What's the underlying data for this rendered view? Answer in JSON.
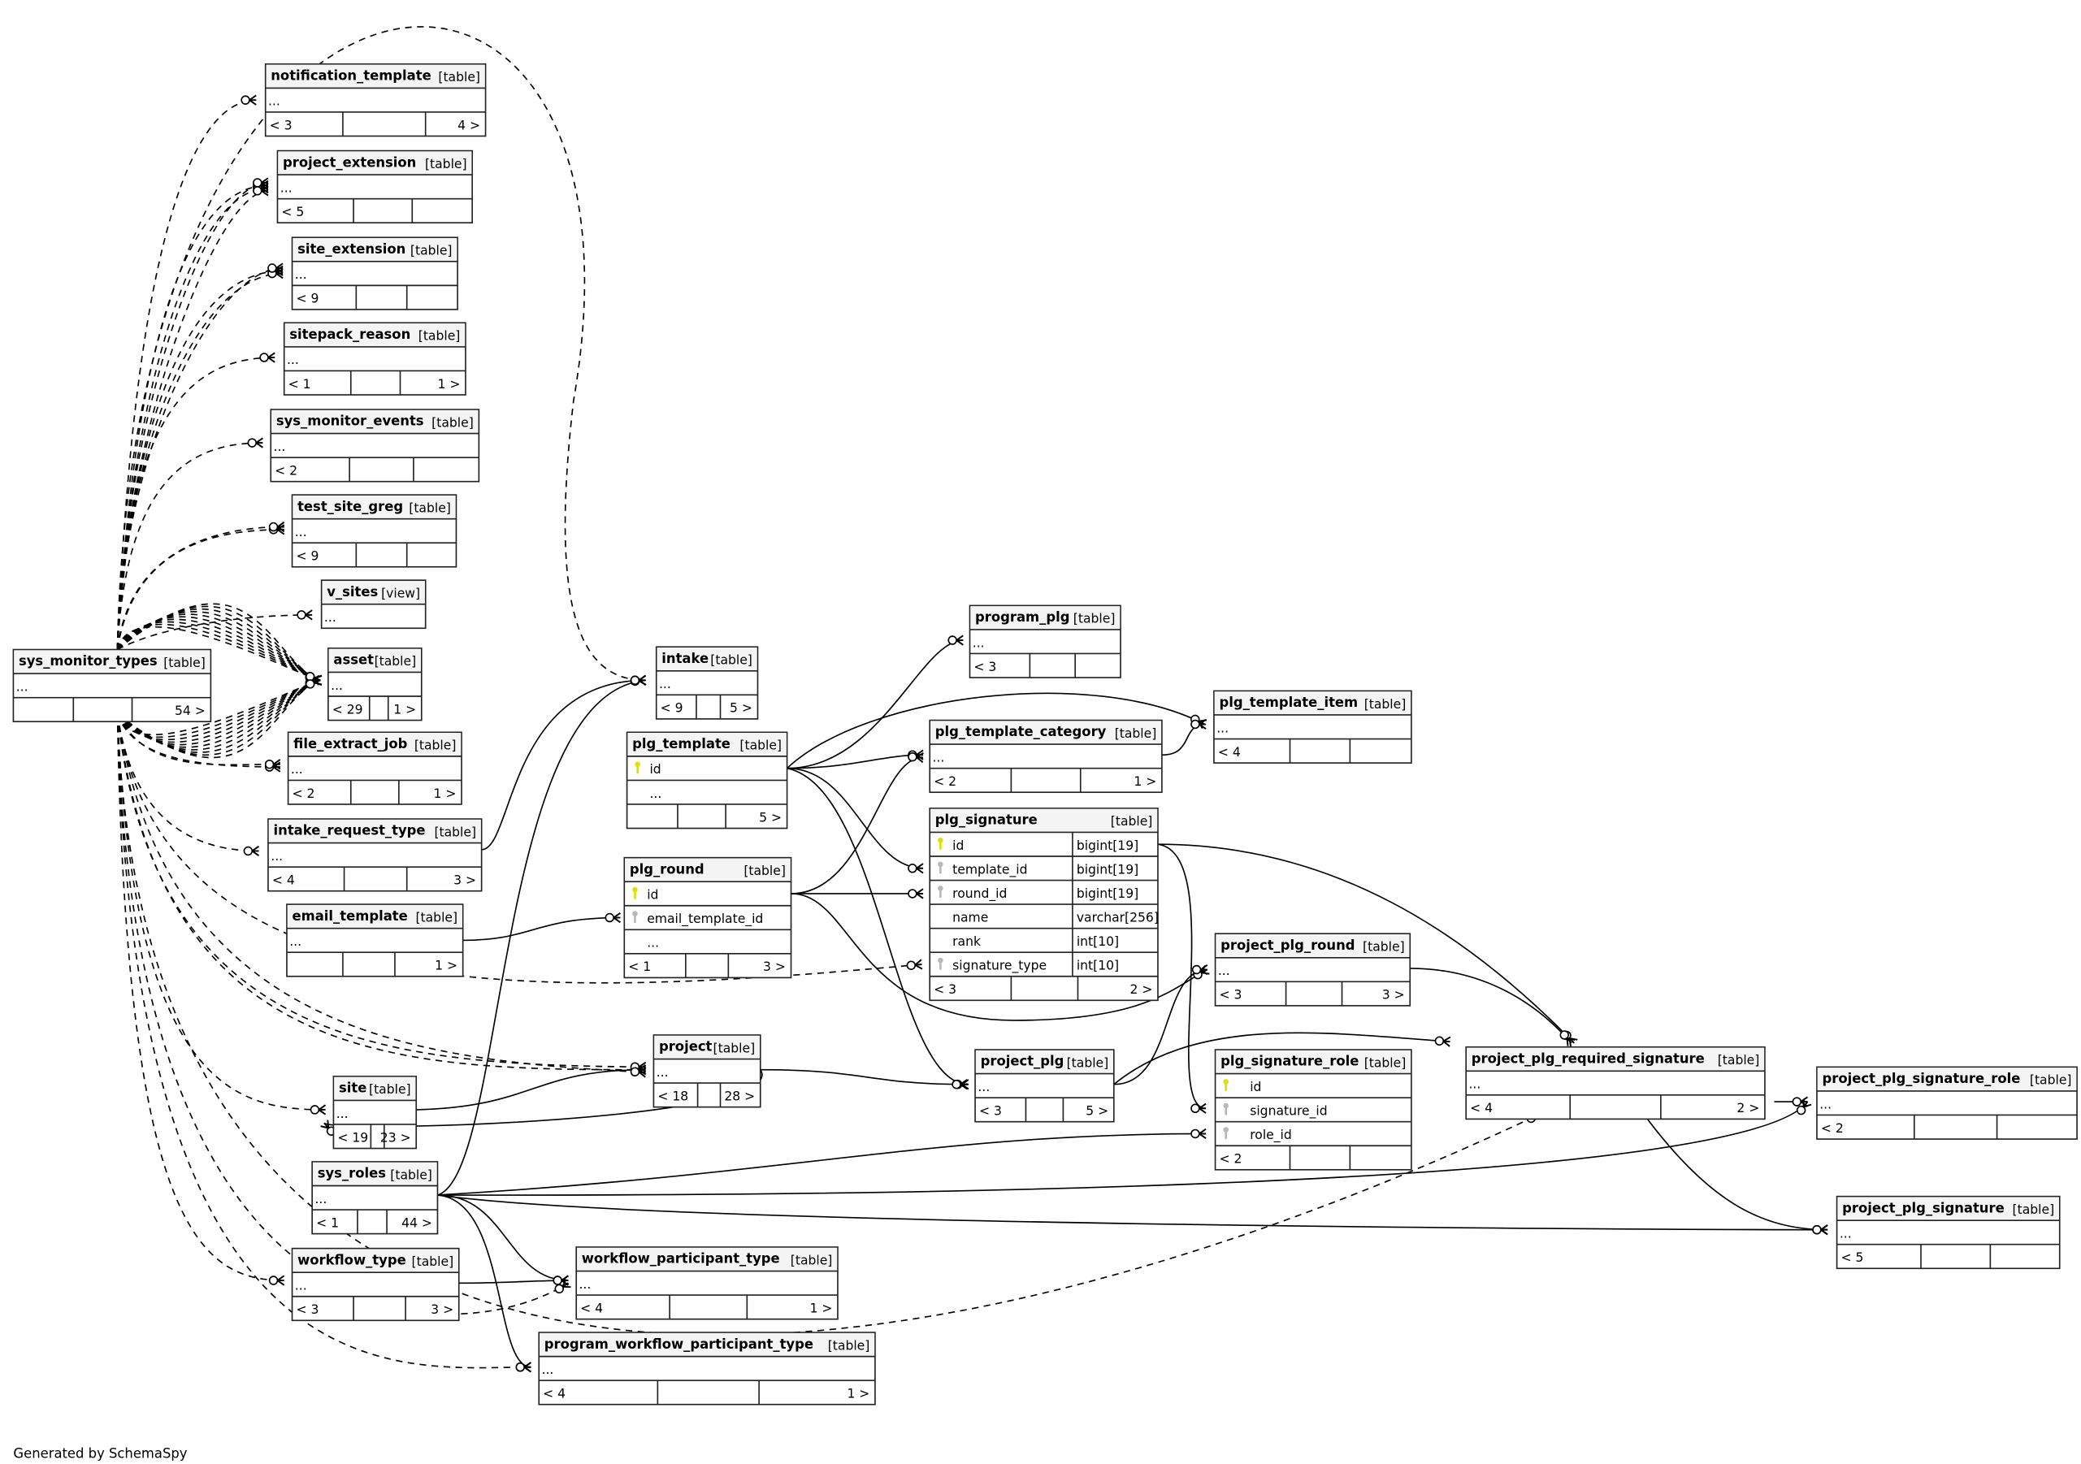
{
  "footer_text": "Generated by SchemaSpy",
  "colors": {
    "primary_key": "#e0e000",
    "foreign_key": "#b8b8b8",
    "header_bg": "#f4f4f4",
    "line": "#000000"
  },
  "tables": [
    {
      "name": "notification_template",
      "kind": "[table]",
      "rows": [
        {
          "name": "..."
        }
      ],
      "footer": [
        "< 3",
        "",
        "4 >"
      ]
    },
    {
      "name": "project_extension",
      "kind": "[table]",
      "rows": [
        {
          "name": "..."
        }
      ],
      "footer": [
        "< 5",
        "",
        ""
      ]
    },
    {
      "name": "site_extension",
      "kind": "[table]",
      "rows": [
        {
          "name": "..."
        }
      ],
      "footer": [
        "< 9",
        "",
        ""
      ]
    },
    {
      "name": "sitepack_reason",
      "kind": "[table]",
      "rows": [
        {
          "name": "..."
        }
      ],
      "footer": [
        "< 1",
        "",
        "1 >"
      ]
    },
    {
      "name": "sys_monitor_events",
      "kind": "[table]",
      "rows": [
        {
          "name": "..."
        }
      ],
      "footer": [
        "< 2",
        "",
        ""
      ]
    },
    {
      "name": "test_site_greg",
      "kind": "[table]",
      "rows": [
        {
          "name": "..."
        }
      ],
      "footer": [
        "< 9",
        "",
        ""
      ]
    },
    {
      "name": "v_sites",
      "kind": "[view]",
      "rows": [
        {
          "name": "..."
        }
      ],
      "footer": null
    },
    {
      "name": "asset",
      "kind": "[table]",
      "rows": [
        {
          "name": "..."
        }
      ],
      "footer": [
        "< 29",
        "",
        "1 >"
      ]
    },
    {
      "name": "file_extract_job",
      "kind": "[table]",
      "rows": [
        {
          "name": "..."
        }
      ],
      "footer": [
        "< 2",
        "",
        "1 >"
      ]
    },
    {
      "name": "intake_request_type",
      "kind": "[table]",
      "rows": [
        {
          "name": "..."
        }
      ],
      "footer": [
        "< 4",
        "",
        "3 >"
      ]
    },
    {
      "name": "email_template",
      "kind": "[table]",
      "rows": [
        {
          "name": "..."
        }
      ],
      "footer": [
        "",
        "",
        "1 >"
      ]
    },
    {
      "name": "sys_monitor_types",
      "kind": "[table]",
      "rows": [
        {
          "name": "..."
        }
      ],
      "footer": [
        "",
        "",
        "54 >"
      ]
    },
    {
      "name": "site",
      "kind": "[table]",
      "rows": [
        {
          "name": "..."
        }
      ],
      "footer": [
        "< 19",
        "",
        "23 >"
      ]
    },
    {
      "name": "sys_roles",
      "kind": "[table]",
      "rows": [
        {
          "name": "..."
        }
      ],
      "footer": [
        "< 1",
        "",
        "44 >"
      ]
    },
    {
      "name": "workflow_type",
      "kind": "[table]",
      "rows": [
        {
          "name": "..."
        }
      ],
      "footer": [
        "< 3",
        "",
        "3 >"
      ]
    },
    {
      "name": "intake",
      "kind": "[table]",
      "rows": [
        {
          "name": "..."
        }
      ],
      "footer": [
        "< 9",
        "",
        "5 >"
      ]
    },
    {
      "name": "plg_template",
      "kind": "[table]",
      "rows": [
        {
          "name": "id",
          "key": "pk"
        },
        {
          "name": "..."
        }
      ],
      "footer": [
        "",
        "",
        "5 >"
      ]
    },
    {
      "name": "plg_round",
      "kind": "[table]",
      "rows": [
        {
          "name": "id",
          "key": "pk"
        },
        {
          "name": "email_template_id",
          "key": "fk"
        },
        {
          "name": "..."
        }
      ],
      "footer": [
        "< 1",
        "",
        "3 >"
      ]
    },
    {
      "name": "project",
      "kind": "[table]",
      "rows": [
        {
          "name": "..."
        }
      ],
      "footer": [
        "< 18",
        "",
        "28 >"
      ]
    },
    {
      "name": "workflow_participant_type",
      "kind": "[table]",
      "rows": [
        {
          "name": "..."
        }
      ],
      "footer": [
        "< 4",
        "",
        "1 >"
      ]
    },
    {
      "name": "program_workflow_participant_type",
      "kind": "[table]",
      "rows": [
        {
          "name": "..."
        }
      ],
      "footer": [
        "< 4",
        "",
        "1 >"
      ]
    },
    {
      "name": "program_plg",
      "kind": "[table]",
      "rows": [
        {
          "name": "..."
        }
      ],
      "footer": [
        "< 3",
        "",
        ""
      ]
    },
    {
      "name": "plg_template_category",
      "kind": "[table]",
      "rows": [
        {
          "name": "..."
        }
      ],
      "footer": [
        "< 2",
        "",
        "1 >"
      ]
    },
    {
      "name": "plg_template_item",
      "kind": "[table]",
      "rows": [
        {
          "name": "..."
        }
      ],
      "footer": [
        "< 4",
        "",
        ""
      ]
    },
    {
      "name": "plg_signature",
      "kind": "[table]",
      "focus": true,
      "rows": [
        {
          "name": "id",
          "type": "bigint[19]",
          "key": "pk"
        },
        {
          "name": "template_id",
          "type": "bigint[19]",
          "key": "fk"
        },
        {
          "name": "round_id",
          "type": "bigint[19]",
          "key": "fk"
        },
        {
          "name": "name",
          "type": "varchar[256]"
        },
        {
          "name": "rank",
          "type": "int[10]"
        },
        {
          "name": "signature_type",
          "type": "int[10]",
          "key": "fk"
        }
      ],
      "footer": [
        "< 3",
        "",
        "2 >"
      ]
    },
    {
      "name": "project_plg_round",
      "kind": "[table]",
      "rows": [
        {
          "name": "..."
        }
      ],
      "footer": [
        "< 3",
        "",
        "3 >"
      ]
    },
    {
      "name": "project_plg",
      "kind": "[table]",
      "rows": [
        {
          "name": "..."
        }
      ],
      "footer": [
        "< 3",
        "",
        "5 >"
      ]
    },
    {
      "name": "plg_signature_role",
      "kind": "[table]",
      "rows": [
        {
          "name": "id",
          "key": "pk"
        },
        {
          "name": "signature_id",
          "key": "fk"
        },
        {
          "name": "role_id",
          "key": "fk"
        }
      ],
      "footer": [
        "< 2",
        "",
        ""
      ]
    },
    {
      "name": "project_plg_required_signature",
      "kind": "[table]",
      "rows": [
        {
          "name": "..."
        }
      ],
      "footer": [
        "< 4",
        "",
        "2 >"
      ]
    },
    {
      "name": "project_plg_signature_role",
      "kind": "[table]",
      "rows": [
        {
          "name": "..."
        }
      ],
      "footer": [
        "< 2",
        "",
        ""
      ]
    },
    {
      "name": "project_plg_signature",
      "kind": "[table]",
      "rows": [
        {
          "name": "..."
        }
      ],
      "footer": [
        "< 5",
        "",
        ""
      ]
    }
  ]
}
